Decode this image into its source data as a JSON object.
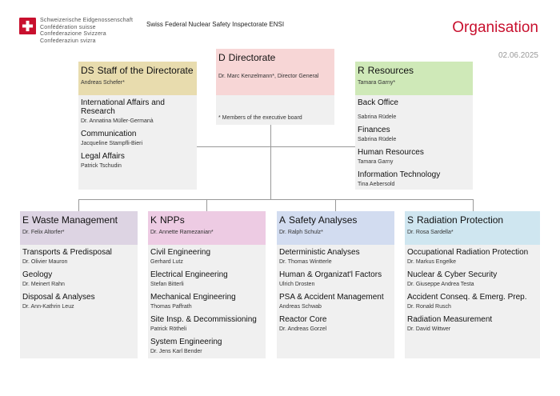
{
  "header": {
    "confederation_lines": [
      "Schweizerische Eidgenossenschaft",
      "Confédération suisse",
      "Confederazione Svizzera",
      "Confederaziun svizra"
    ],
    "org_name": "Swiss Federal Nuclear Safety Inspectorate ENSI",
    "title": "Organisation",
    "date": "02.06.2025"
  },
  "colors": {
    "brand_red": "#c8102e",
    "ds_head": "#e8dcae",
    "d_head": "#f7d6d6",
    "r_head": "#cfe9b8",
    "e_head": "#ddd4e3",
    "k_head": "#edcbe3",
    "a_head": "#d2dcf0",
    "s_head": "#cfe6f0",
    "box_body": "#f0f0f0"
  },
  "directorate": {
    "code": "D",
    "name": "Directorate",
    "head": "Dr. Marc Kenzelmann*, Director General",
    "note": "* Members of the executive board"
  },
  "staff": {
    "code": "DS",
    "name": "Staff of the Directorate",
    "head": "Andreas Schefer*",
    "units": [
      {
        "name": "International Affairs and Research",
        "head": "Dr. Annatina Müller-Germanà"
      },
      {
        "name": "Communication",
        "head": "Jacqueline Stampfli-Bieri"
      },
      {
        "name": "Legal Affairs",
        "head": "Patrick Tschudin"
      }
    ]
  },
  "resources": {
    "code": "R",
    "name": "Resources",
    "head": "Tamara Garny*",
    "units": [
      {
        "name": "Back Office",
        "head": "Sabrina Rüdele"
      },
      {
        "name": "Finances",
        "head": "Sabrina Rüdele"
      },
      {
        "name": "Human Resources",
        "head": "Tamara Garny"
      },
      {
        "name": "Information Technology",
        "head": "Tina Aebersold"
      }
    ]
  },
  "divisions": [
    {
      "code": "E",
      "name": "Waste Management",
      "head": "Dr. Felix Altorfer*",
      "units": [
        {
          "name": "Transports & Predisposal",
          "head": "Dr. Olivier Mauron"
        },
        {
          "name": "Geology",
          "head": "Dr. Meinert Rahn"
        },
        {
          "name": "Disposal & Analyses",
          "head": "Dr. Ann-Kathrin Leuz"
        }
      ]
    },
    {
      "code": "K",
      "name": "NPPs",
      "head": "Dr. Annette Ramezanian*",
      "units": [
        {
          "name": "Civil Engineering",
          "head": "Gerhard Lutz"
        },
        {
          "name": "Electrical Engineering",
          "head": "Stefan Bitterli"
        },
        {
          "name": "Mechanical Engineering",
          "head": "Thomas Paffrath"
        },
        {
          "name": "Site Insp. & Decommissioning",
          "head": "Patrick Rötheli"
        },
        {
          "name": "System Engineering",
          "head": "Dr. Jens Karl Bender"
        }
      ]
    },
    {
      "code": "A",
      "name": "Safety Analyses",
      "head": "Dr. Ralph Schulz*",
      "units": [
        {
          "name": "Deterministic Analyses",
          "head": "Dr. Thomas Wintterle"
        },
        {
          "name": "Human & Organizat'l Factors",
          "head": "Ulrich Drosten"
        },
        {
          "name": "PSA & Accident Management",
          "head": "Andreas Schwab"
        },
        {
          "name": "Reactor Core",
          "head": "Dr. Andreas Gorzel"
        }
      ]
    },
    {
      "code": "S",
      "name": "Radiation Protection",
      "head": "Dr. Rosa Sardella*",
      "units": [
        {
          "name": "Occupational Radiation Protection",
          "head": "Dr. Markus Engelke"
        },
        {
          "name": "Nuclear & Cyber Security",
          "head": "Dr. Giuseppe Andrea Testa"
        },
        {
          "name": "Accident Conseq. & Emerg. Prep.",
          "head": "Dr. Ronald Rusch"
        },
        {
          "name": "Radiation Measurement",
          "head": "Dr. David Wittwer"
        }
      ]
    }
  ]
}
